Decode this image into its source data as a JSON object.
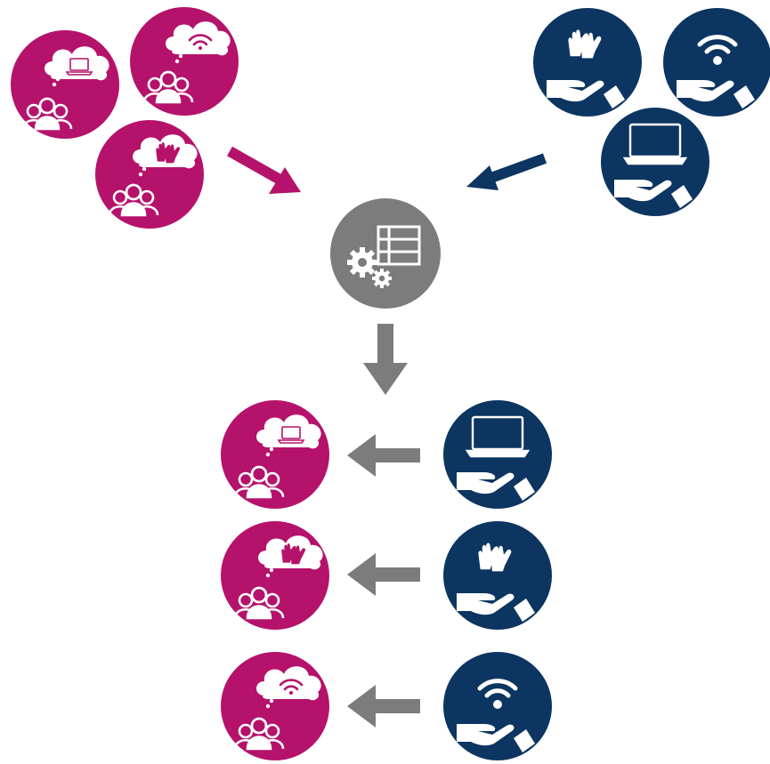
{
  "colors": {
    "demand": "#B5126B",
    "supply": "#0C3561",
    "matcher": "#7C7C7C",
    "arrow_gray": "#7C7C7C",
    "icon": "#FFFFFF"
  },
  "demand_group": {
    "items": [
      {
        "name": "demand-laptop",
        "need": "laptop-icon"
      },
      {
        "name": "demand-wifi",
        "need": "wifi-icon"
      },
      {
        "name": "demand-gloves",
        "need": "gloves-icon"
      }
    ]
  },
  "supply_group": {
    "items": [
      {
        "name": "supply-gloves",
        "offer": "gloves-icon"
      },
      {
        "name": "supply-wifi",
        "offer": "wifi-icon"
      },
      {
        "name": "supply-laptop",
        "offer": "laptop-icon"
      }
    ]
  },
  "matcher": {
    "icon": "gears-table-icon"
  },
  "matches": [
    {
      "demand": "laptop-icon",
      "supply": "laptop-icon"
    },
    {
      "demand": "gloves-icon",
      "supply": "gloves-icon"
    },
    {
      "demand": "wifi-icon",
      "supply": "wifi-icon"
    }
  ]
}
